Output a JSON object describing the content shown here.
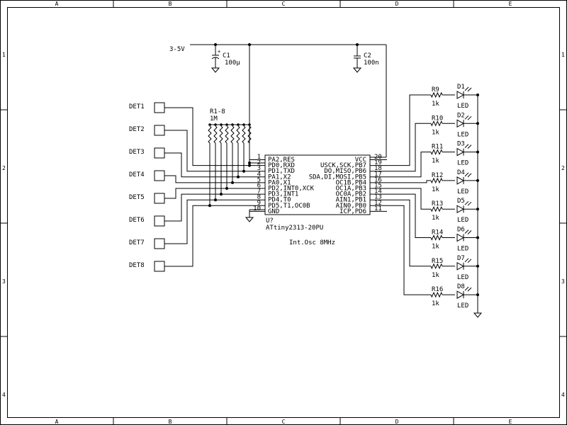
{
  "ruler": {
    "cols": [
      "A",
      "B",
      "C",
      "D",
      "E"
    ],
    "rows": [
      "1",
      "2",
      "3",
      "4"
    ]
  },
  "power": {
    "supply_label": "3-5V"
  },
  "caps": [
    {
      "ref": "C1",
      "value": "100µ"
    },
    {
      "ref": "C2",
      "value": "100n"
    }
  ],
  "pullups": {
    "ref": "R1-8",
    "value": "1M"
  },
  "detectors": [
    "DET1",
    "DET2",
    "DET3",
    "DET4",
    "DET5",
    "DET6",
    "DET7",
    "DET8"
  ],
  "chip": {
    "ref": "U?",
    "part": "ATtiny2313-20PU",
    "note": "Int.Osc 8MHz",
    "left_pins": [
      {
        "num": "1",
        "name": "PA2,RES"
      },
      {
        "num": "2",
        "name": "PD0,RXD"
      },
      {
        "num": "3",
        "name": "PD1,TXD"
      },
      {
        "num": "4",
        "name": "PA1,X2"
      },
      {
        "num": "5",
        "name": "PA0,X1"
      },
      {
        "num": "6",
        "name": "PD2,INT0,XCK"
      },
      {
        "num": "7",
        "name": "PD3,INT1"
      },
      {
        "num": "8",
        "name": "PD4,T0"
      },
      {
        "num": "9",
        "name": "PD5,T1,OC0B"
      },
      {
        "num": "10",
        "name": "GND"
      }
    ],
    "right_pins": [
      {
        "num": "20",
        "name": "VCC"
      },
      {
        "num": "19",
        "name": "USCK,SCK,PB7"
      },
      {
        "num": "18",
        "name": "DO,MISO,PB6"
      },
      {
        "num": "17",
        "name": "SDA,DI,MOSI,PB5"
      },
      {
        "num": "16",
        "name": "OC1B,PB4"
      },
      {
        "num": "15",
        "name": "OC1A,PB3"
      },
      {
        "num": "14",
        "name": "OC0A,PB2"
      },
      {
        "num": "13",
        "name": "AIN1,PB1"
      },
      {
        "num": "12",
        "name": "AIN0,PB0"
      },
      {
        "num": "11",
        "name": "ICP,PD6"
      }
    ]
  },
  "resistors": [
    {
      "ref": "R9",
      "value": "1k"
    },
    {
      "ref": "R10",
      "value": "1k"
    },
    {
      "ref": "R11",
      "value": "1k"
    },
    {
      "ref": "R12",
      "value": "1k"
    },
    {
      "ref": "R13",
      "value": "1k"
    },
    {
      "ref": "R14",
      "value": "1k"
    },
    {
      "ref": "R15",
      "value": "1k"
    },
    {
      "ref": "R16",
      "value": "1k"
    }
  ],
  "leds": [
    {
      "ref": "D1",
      "value": "LED"
    },
    {
      "ref": "D2",
      "value": "LED"
    },
    {
      "ref": "D3",
      "value": "LED"
    },
    {
      "ref": "D4",
      "value": "LED"
    },
    {
      "ref": "D5",
      "value": "LED"
    },
    {
      "ref": "D6",
      "value": "LED"
    },
    {
      "ref": "D7",
      "value": "LED"
    },
    {
      "ref": "D8",
      "value": "LED"
    }
  ]
}
